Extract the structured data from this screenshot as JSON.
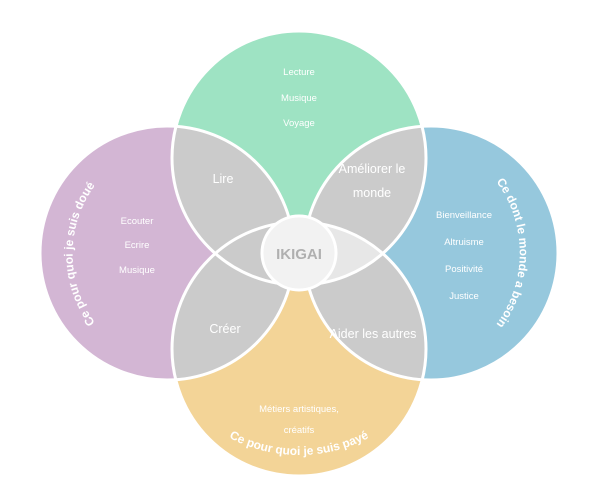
{
  "colors": {
    "top": "#9ee3c3",
    "right": "#96c8dd",
    "bottom": "#f3d497",
    "left": "#d3b6d4",
    "overlap": "#cbcbcb",
    "inner": "#e7e7e7",
    "center": "#f2f2f2"
  },
  "circles": {
    "top": {
      "title": "Ce que j'aime",
      "items": [
        "Lecture",
        "Musique",
        "Voyage"
      ]
    },
    "right": {
      "title": "Ce dont le monde a besoin",
      "items": [
        "Bienveillance",
        "Altruisme",
        "Positivité",
        "Justice"
      ]
    },
    "bottom": {
      "title": "Ce pour quoi je suis payé",
      "items": [
        "Métiers artistiques,",
        "créatifs"
      ]
    },
    "left": {
      "title": "Ce pour quoi je suis doué",
      "items": [
        "Ecouter",
        "Ecrire",
        "Musique"
      ]
    }
  },
  "overlaps": {
    "top_left": "Lire",
    "top_right_line1": "Améliorer le",
    "top_right_line2": "monde",
    "bottom_left": "Créer",
    "bottom_right": "Aider les autres"
  },
  "center": "IKIGAI"
}
